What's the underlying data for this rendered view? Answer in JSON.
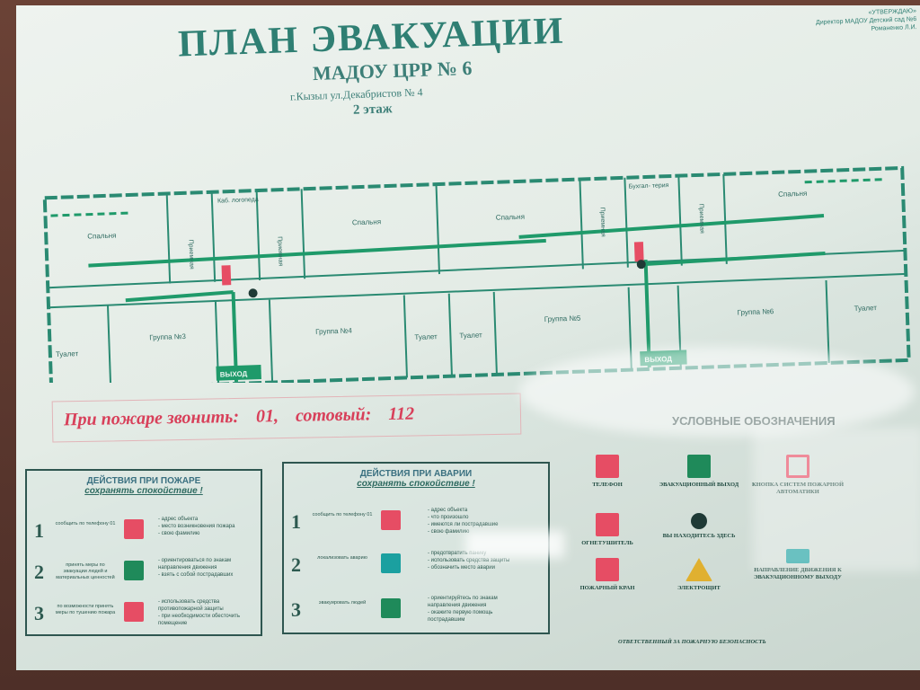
{
  "header": {
    "title": "ПЛАН   ЭВАКУАЦИИ",
    "org": "МАДОУ ЦРР № 6",
    "address": "г.Кызыл ул.Декабристов  № 4",
    "floor": "2 этаж",
    "approval": [
      "«УТВЕРЖДАЮ»",
      "Директор МАДОУ Детский сад №6",
      "Романенко Л.И."
    ]
  },
  "plan": {
    "rooms": {
      "bedroom1": "Спальня",
      "storage1": "Приемная",
      "speech": "Каб. логопеда",
      "storage2": "Приемная",
      "bedroom2": "Спальня",
      "bedroom3": "Спальня",
      "storage3": "Приемная",
      "accounting": "Бухгал- терия",
      "storage4": "Приемная",
      "bedroom4": "Спальня",
      "toilet1": "Туалет",
      "group3": "Группа №3",
      "group4": "Группа №4",
      "toilet2": "Туалет",
      "toilet3": "Туалет",
      "group5": "Группа №5",
      "group6": "Группа №6",
      "toilet4": "Туалет"
    },
    "exit_label": "ВЫХОД"
  },
  "fire_phone": {
    "label": "При пожаре звонить:",
    "number": "01,",
    "mobile_label": "сотовый:",
    "mobile": "112"
  },
  "fire_actions": {
    "title": "ДЕЙСТВИЯ ПРИ ПОЖАРЕ",
    "calm": "сохранять спокойствие !",
    "steps": [
      {
        "n": "1",
        "label": "сообщить по телефону 01",
        "text": [
          "- адрес объекта",
          "- место возникновения пожара",
          "- свою фамилию"
        ]
      },
      {
        "n": "2",
        "label": "принять меры по эвакуации людей и материальных ценностей",
        "text": [
          "- ориентироваться по знакам",
          "направления движения",
          "- взять с собой пострадавших"
        ]
      },
      {
        "n": "3",
        "label": "по возможности принять меры по тушению пожара",
        "text": [
          "- использовать средства",
          "противопожарной защиты",
          "- при необходимости обесточить помещение"
        ]
      }
    ]
  },
  "accident_actions": {
    "title": "ДЕЙСТВИЯ ПРИ АВАРИИ",
    "calm": "сохранять спокойствие !",
    "steps": [
      {
        "n": "1",
        "label": "сообщить по телефону 01",
        "text": [
          "- адрес объекта",
          "- что произошло",
          "- имеются ли пострадавшие",
          "- свою фамилию"
        ]
      },
      {
        "n": "2",
        "label": "локализовать аварию",
        "text": [
          "- предотвратить панику",
          "- использовать средства защиты",
          "- обозначить место аварии"
        ]
      },
      {
        "n": "3",
        "label": "эвакуировать людей",
        "text": [
          "- ориентируйтесь по знакам",
          "направления движения",
          "- окажите первую помощь",
          "пострадавшим"
        ]
      }
    ]
  },
  "legend": {
    "title": "УСЛОВНЫЕ ОБОЗНАЧЕНИЯ",
    "items": [
      {
        "label": "ТЕЛЕФОН",
        "color": "#e64d64"
      },
      {
        "label": "ЭВАКУАЦИОННЫЙ ВЫХОД",
        "color": "#1f8a5a"
      },
      {
        "label": "КНОПКА СИСТЕМ ПОЖАРНОЙ АВТОМАТИКИ",
        "color": "#e64d64"
      },
      {
        "label": "ОГНЕТУШИТЕЛЬ",
        "color": "#e64d64"
      },
      {
        "label": "ВЫ НАХОДИТЕСЬ ЗДЕСЬ",
        "color": "#1f3a36"
      },
      {
        "label": "НАПРАВЛЕНИЕ ДВИЖЕНИЯ К ЭВАКУАЦИОННОМУ ВЫХОДУ",
        "color": "#1f8a5a"
      },
      {
        "label": "ПОЖАРНЫЙ КРАН",
        "color": "#e64d64"
      },
      {
        "label": "ЭЛЕКТРОЩИТ",
        "color": "#e0b030"
      }
    ]
  },
  "responsible": "ОТВЕТСТВЕННЫЙ ЗА ПОЖАРНУЮ БЕЗОПАСНОСТЬ"
}
